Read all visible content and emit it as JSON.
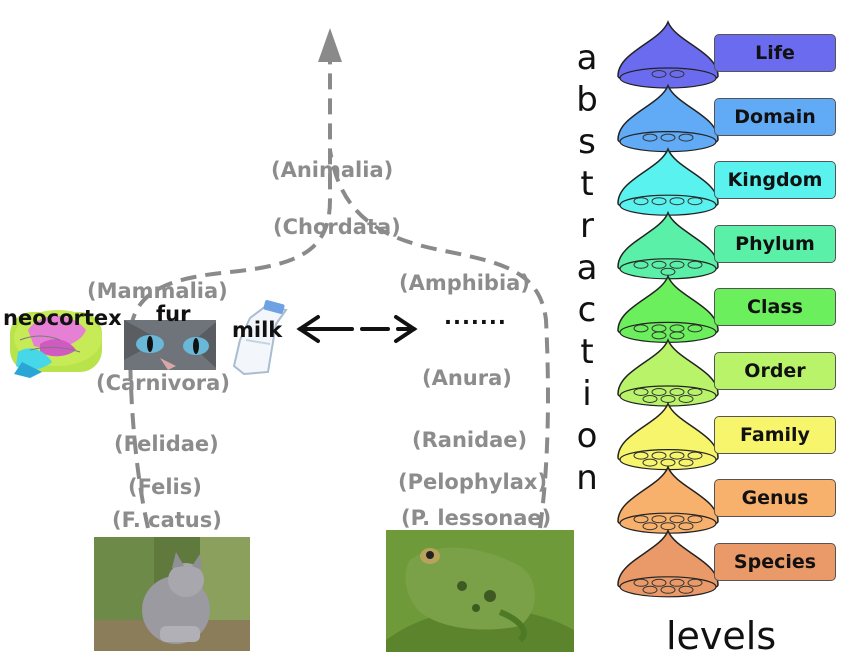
{
  "levels": [
    {
      "label": "Life",
      "color": "#6b6bf0"
    },
    {
      "label": "Domain",
      "color": "#61aaf5"
    },
    {
      "label": "Kingdom",
      "color": "#5af2ef"
    },
    {
      "label": "Phylum",
      "color": "#5bf0a7"
    },
    {
      "label": "Class",
      "color": "#6cef5c"
    },
    {
      "label": "Order",
      "color": "#b9f36a"
    },
    {
      "label": "Family",
      "color": "#f6f56c"
    },
    {
      "label": "Genus",
      "color": "#f8b16c"
    },
    {
      "label": "Species",
      "color": "#e99a68"
    }
  ],
  "abstraction_word": [
    "a",
    "b",
    "s",
    "t",
    "r",
    "a",
    "c",
    "t",
    "i",
    "o",
    "n"
  ],
  "levels_caption": "levels",
  "taxa": {
    "animalia": "(Animalia)",
    "chordata": "(Chordata)",
    "mammalia": "(Mammalia)",
    "amphibia": "(Amphibia)",
    "carnivora": "(Carnivora)",
    "anura": "(Anura)",
    "felidae": "(Felidae)",
    "ranidae": "(Ranidae)",
    "felis": "(Felis)",
    "pelophylax": "(Pelophylax)",
    "f_catus": "(F. catus)",
    "p_lessonae": "(P. lessonae)"
  },
  "traits": {
    "neocortex": "neocortex",
    "fur": "fur",
    "milk": "milk",
    "ellipsis": "......."
  },
  "colors": {
    "taxon_text": "#8c8c8c",
    "path_dash": "#8a8a8a"
  }
}
